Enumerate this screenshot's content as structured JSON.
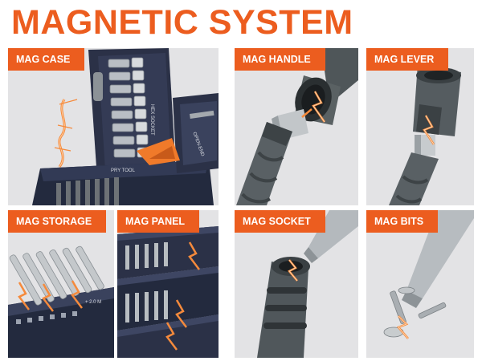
{
  "title": "MAGNETIC SYSTEM",
  "colors": {
    "accent": "#ec5d1f",
    "panel_bg": "#e3e3e5",
    "case_navy": "#2b3147",
    "tool_gray": "#5a6163"
  },
  "panels": [
    {
      "label": "MAG CASE",
      "icon": "tool-case-image"
    },
    {
      "label": "MAG HANDLE",
      "icon": "screwdriver-handle-image"
    },
    {
      "label": "MAG LEVER",
      "icon": "extension-lever-image"
    },
    {
      "label": "MAG STORAGE",
      "icon": "bit-storage-image"
    },
    {
      "label": "MAG PANEL",
      "icon": "magnetic-panel-image"
    },
    {
      "label": "MAG SOCKET",
      "icon": "socket-adapter-image"
    },
    {
      "label": "MAG BITS",
      "icon": "bits-and-screws-image"
    }
  ],
  "case_labels": {
    "hex_socket": "HEX SOCKET",
    "pry_tool": "PRY TOOL",
    "open_end": "OPEN-END",
    "storage_marker": "+ 2.0 M"
  }
}
